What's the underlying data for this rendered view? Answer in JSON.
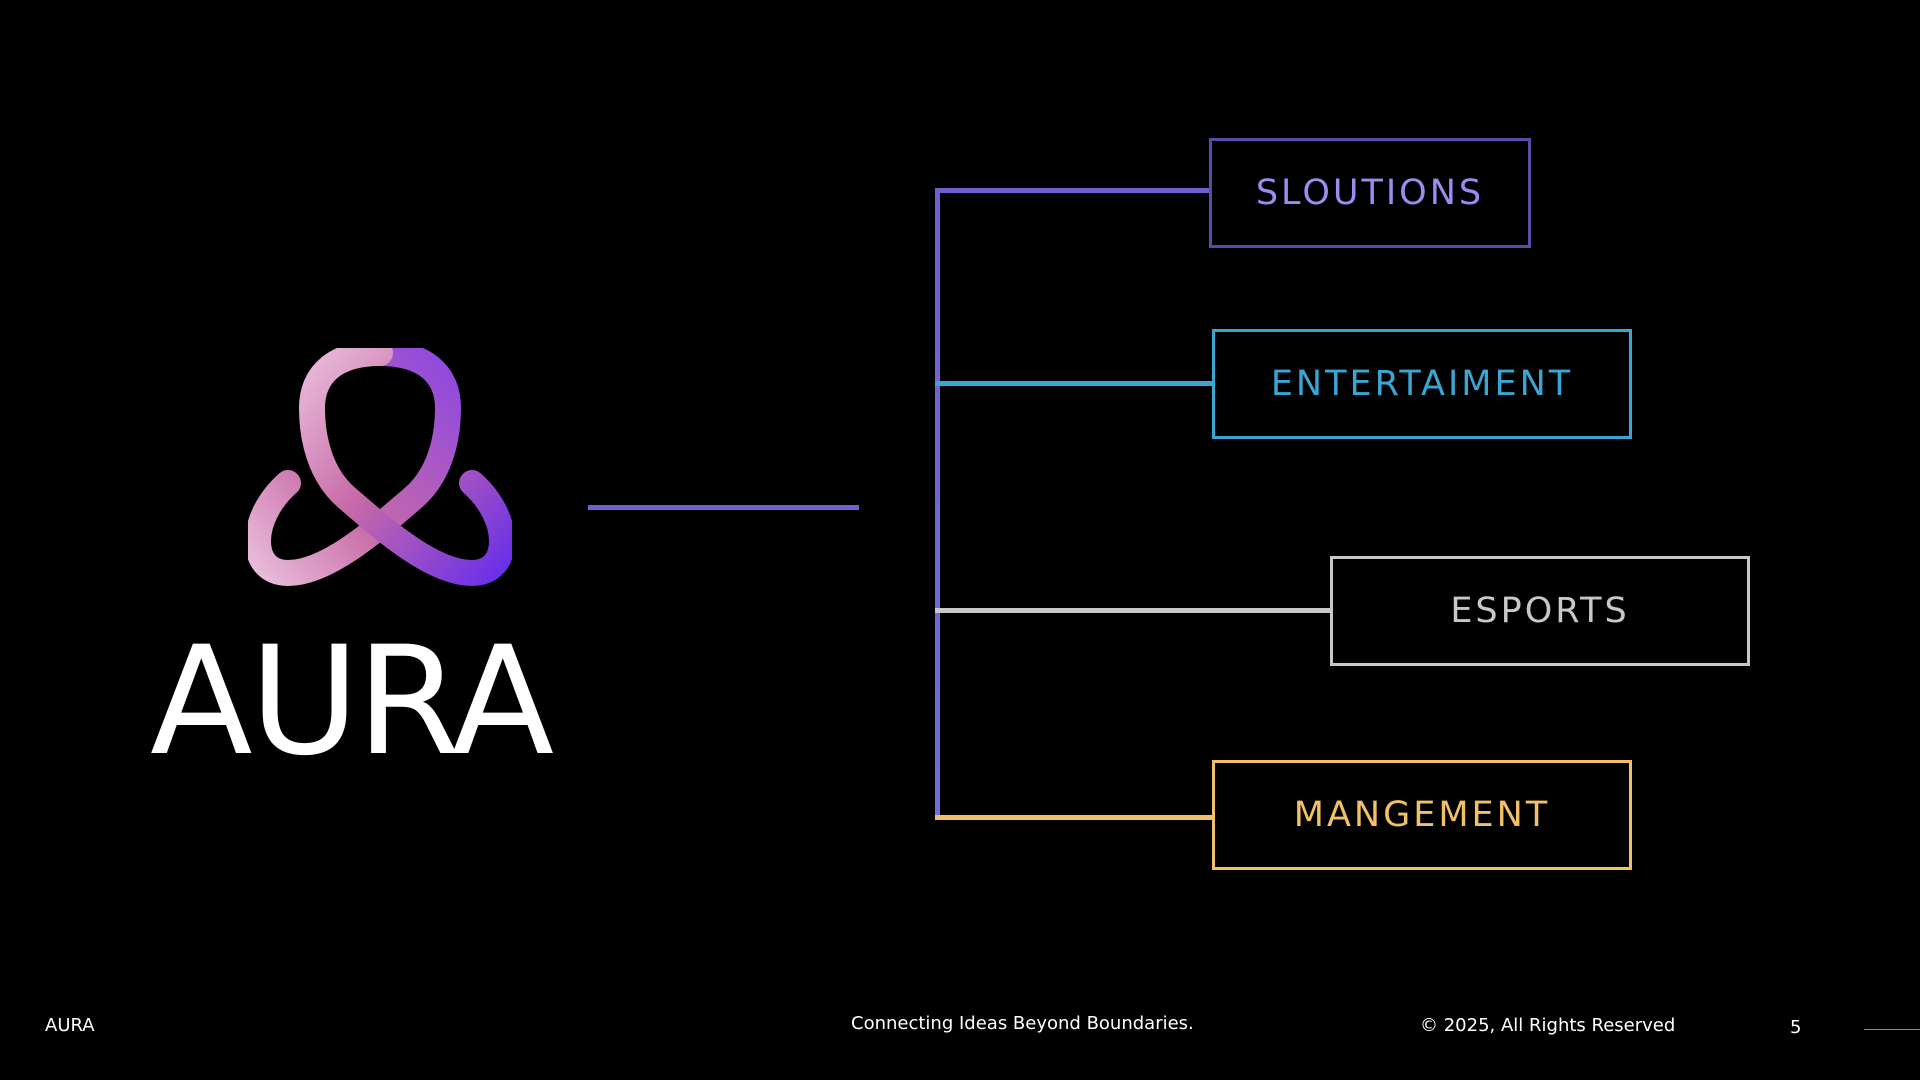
{
  "brand": {
    "wordmark": "AURA",
    "logo_icon": "ribbon-loop-logo",
    "gradient_colors": [
      "#e6b3d6",
      "#c86aa8",
      "#8d48e0",
      "#6a30e8"
    ]
  },
  "diagram": {
    "categories": [
      {
        "label": "SLOUTIONS",
        "color": "#9b8cf0",
        "border_color": "#5c4aa6"
      },
      {
        "label": "ENTERTAIMENT",
        "color": "#3aa6d4",
        "border_color": "#3aa6d4"
      },
      {
        "label": "ESPORTS",
        "color": "#c8c8c8",
        "border_color": "#c8c8c8"
      },
      {
        "label": "MANGEMENT",
        "color": "#f2c067",
        "border_color": "#f2c067"
      }
    ],
    "connector_color": "#6f5fcf"
  },
  "footer": {
    "brand": "AURA",
    "tagline": "Connecting Ideas Beyond Boundaries.",
    "copyright": "© 2025, All Rights Reserved",
    "page_number": "5"
  },
  "colors": {
    "background": "#000000",
    "text": "#ffffff"
  }
}
